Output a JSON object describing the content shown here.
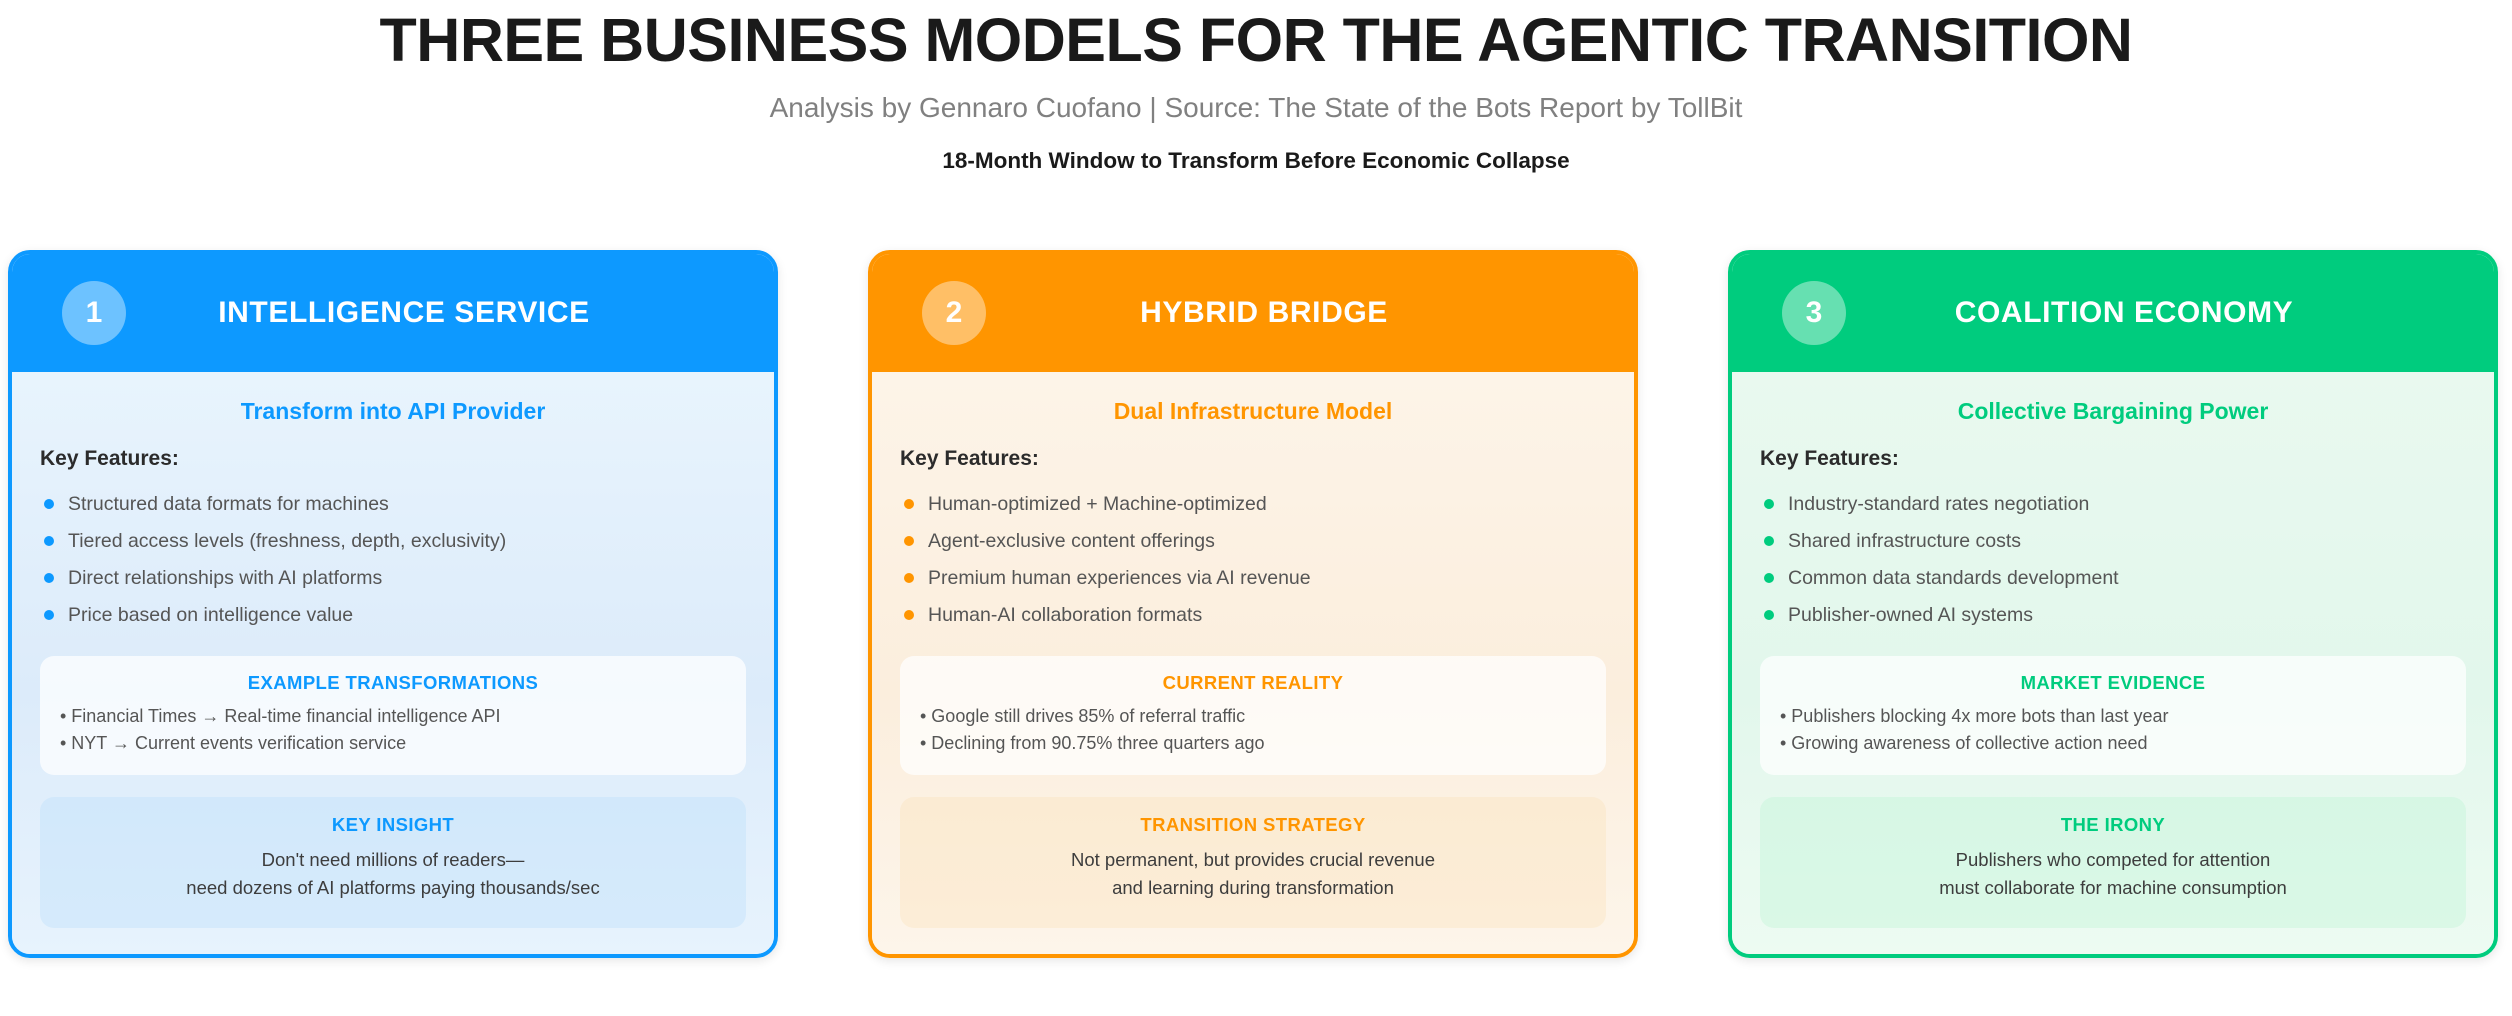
{
  "header": {
    "title": "THREE BUSINESS MODELS FOR THE AGENTIC TRANSITION",
    "subtitle": "Analysis by Gennaro Cuofano | Source: The State of the Bots Report by TollBit",
    "tagline": "18-Month Window to Transform Before Economic Collapse"
  },
  "colors": {
    "card1_accent": "#0d99ff",
    "card2_accent": "#ff9500",
    "card3_accent": "#00cc7e",
    "title_color": "#1a1a1a",
    "subtitle_color": "#808080",
    "body_text": "#555555"
  },
  "cards": [
    {
      "number": "1",
      "title": "INTELLIGENCE SERVICE",
      "subtitle": "Transform into API Provider",
      "features_label": "Key Features:",
      "features": [
        "Structured data formats for machines",
        "Tiered access levels (freshness, depth, exclusivity)",
        "Direct relationships with AI platforms",
        "Price based on intelligence value"
      ],
      "info_title": "EXAMPLE TRANSFORMATIONS",
      "info_lines": [
        "• Financial Times → Real-time financial intelligence API",
        "• NYT → Current events verification service"
      ],
      "insight_title": "KEY INSIGHT",
      "insight_lines": [
        "Don't need millions of readers—",
        "need dozens of AI platforms paying thousands/sec"
      ]
    },
    {
      "number": "2",
      "title": "HYBRID BRIDGE",
      "subtitle": "Dual Infrastructure Model",
      "features_label": "Key Features:",
      "features": [
        "Human-optimized + Machine-optimized",
        "Agent-exclusive content offerings",
        "Premium human experiences via AI revenue",
        "Human-AI collaboration formats"
      ],
      "info_title": "CURRENT REALITY",
      "info_lines": [
        "• Google still drives 85% of referral traffic",
        "• Declining from 90.75% three quarters ago"
      ],
      "insight_title": "TRANSITION STRATEGY",
      "insight_lines": [
        "Not permanent, but provides crucial revenue",
        "and learning during transformation"
      ]
    },
    {
      "number": "3",
      "title": "COALITION ECONOMY",
      "subtitle": "Collective Bargaining Power",
      "features_label": "Key Features:",
      "features": [
        "Industry-standard rates negotiation",
        "Shared infrastructure costs",
        "Common data standards development",
        "Publisher-owned AI systems"
      ],
      "info_title": "MARKET EVIDENCE",
      "info_lines": [
        "• Publishers blocking 4x more bots than last year",
        "• Growing awareness of collective action need"
      ],
      "insight_title": "THE IRONY",
      "insight_lines": [
        "Publishers who competed for attention",
        "must collaborate for machine consumption"
      ]
    }
  ]
}
